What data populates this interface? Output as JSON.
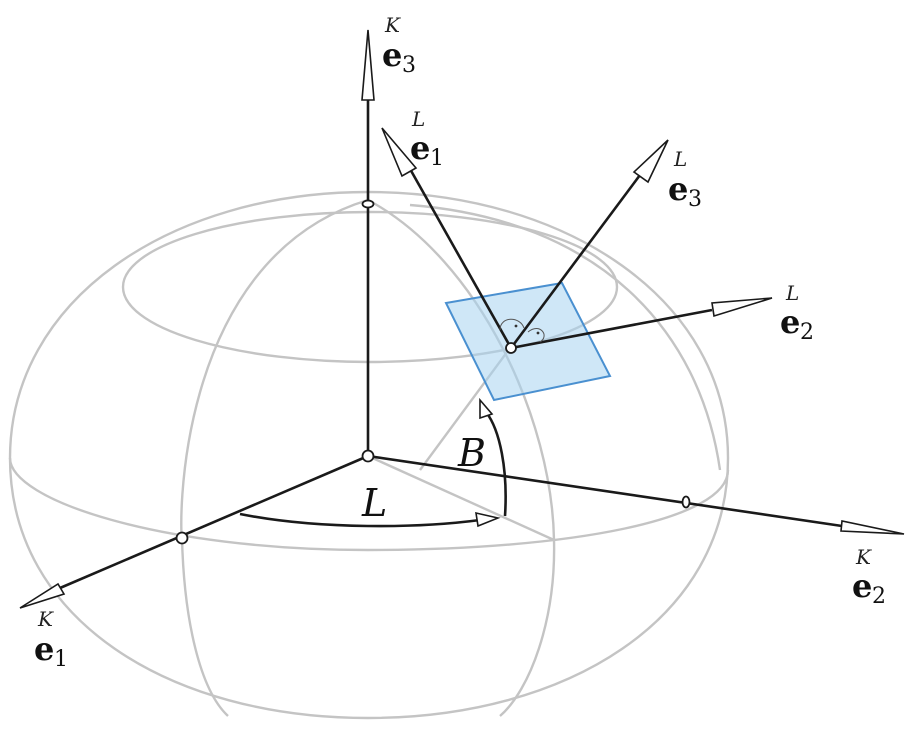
{
  "colors": {
    "ellipsoid_lines": "#c4c4c4",
    "axis_lines": "#1a1a1a",
    "tangent_plane_fill": "#a8d4f0",
    "tangent_plane_stroke": "#4a90d0"
  },
  "global_frame": {
    "superscript": "K",
    "e1": {
      "letter": "e",
      "index": "1"
    },
    "e2": {
      "letter": "e",
      "index": "2"
    },
    "e3": {
      "letter": "e",
      "index": "3"
    }
  },
  "local_frame": {
    "superscript": "L",
    "e1": {
      "letter": "e",
      "index": "1"
    },
    "e2": {
      "letter": "e",
      "index": "2"
    },
    "e3": {
      "letter": "e",
      "index": "3"
    }
  },
  "angles": {
    "longitude": "L",
    "latitude": "B"
  }
}
